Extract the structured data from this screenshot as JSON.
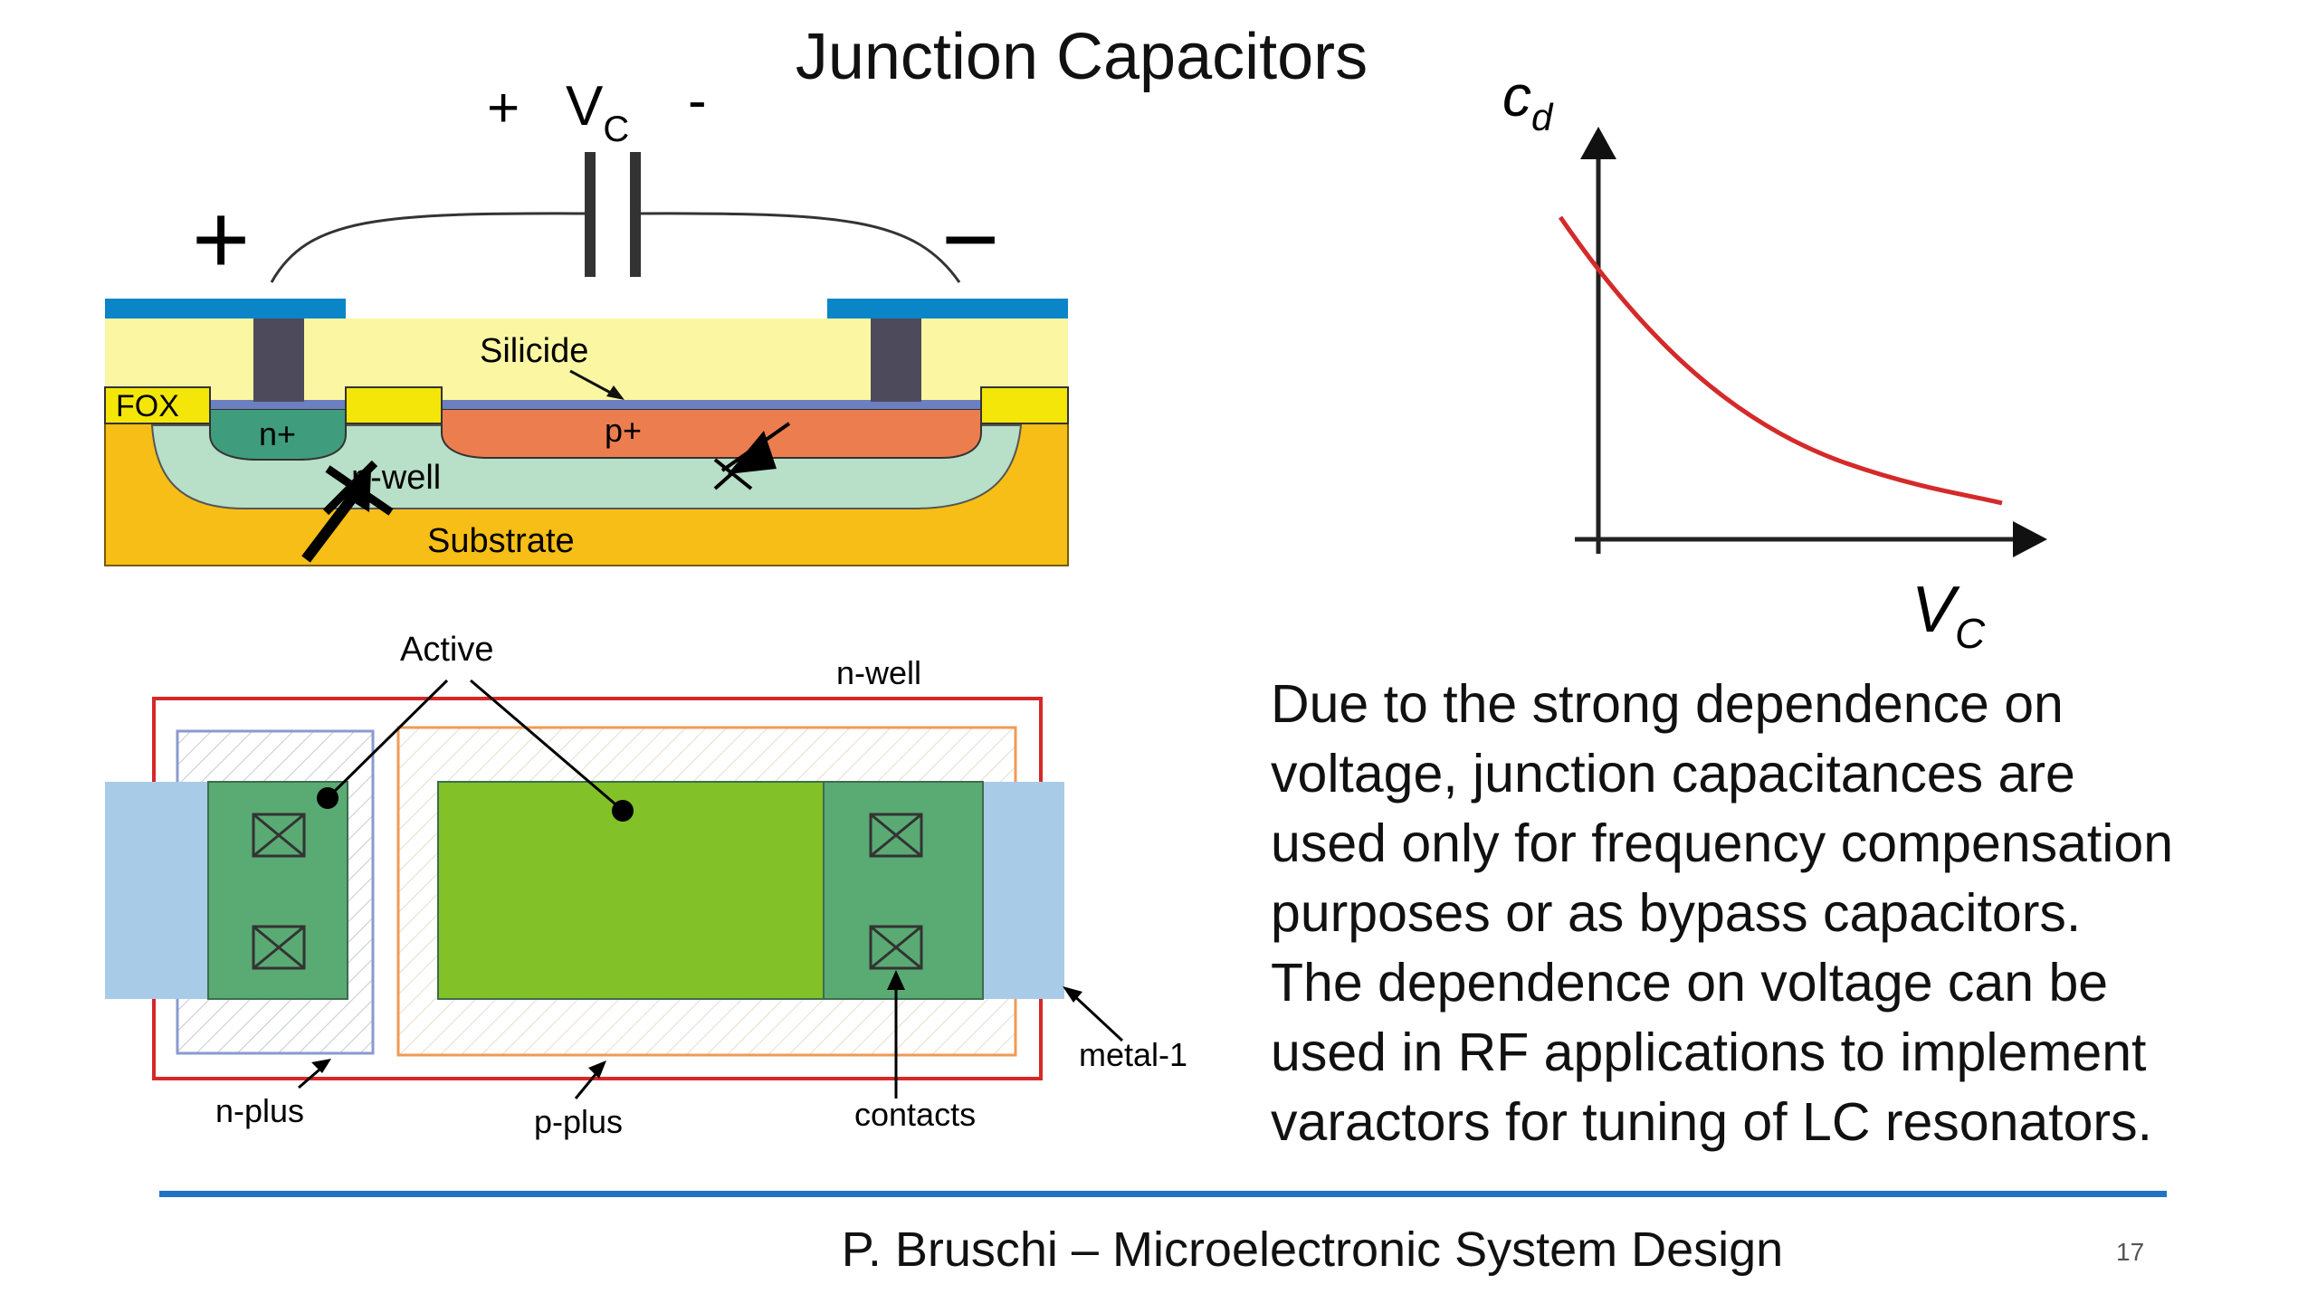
{
  "slide": {
    "title": "Junction Capacitors",
    "body_lines": [
      "Due to the strong dependence on",
      "voltage, junction capacitances are",
      "used only for frequency compensation",
      "purposes or as bypass capacitors.",
      "The dependence on voltage can be",
      "used in RF applications to implement",
      "varactors for tuning of LC resonators."
    ],
    "footer": "P. Bruschi – Microelectronic System Design",
    "page_number": "17"
  },
  "cross_section": {
    "plus_sign": "+",
    "minus_sign": "-",
    "plus_terminal": "+",
    "minus_terminal": "−",
    "voltage_symbol": "V",
    "voltage_subscript": "C",
    "silicide": "Silicide",
    "fox": "FOX",
    "n_plus": "n+",
    "p_plus": "p+",
    "n_well": "n-well",
    "substrate": "Substrate"
  },
  "layout": {
    "active": "Active",
    "n_well": "n-well",
    "metal_1": "metal-1",
    "n_plus": "n-plus",
    "p_plus": "p-plus",
    "contacts": "contacts"
  },
  "curve": {
    "y_axis_symbol": "c",
    "y_axis_subscript": "d",
    "x_axis_symbol": "V",
    "x_axis_subscript": "C",
    "curve_color": "#d42a2a"
  }
}
